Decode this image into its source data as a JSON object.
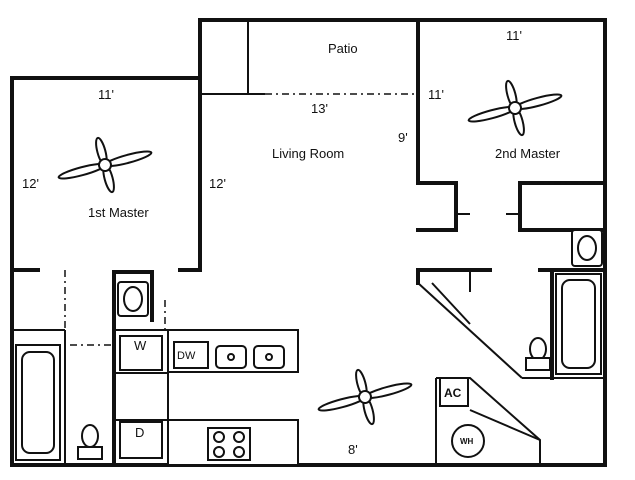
{
  "rooms": {
    "patio": "Patio",
    "living_room": "Living Room",
    "first_master": "1st Master",
    "second_master": "2nd Master"
  },
  "dimensions": {
    "first_master_width": "11'",
    "first_master_depth": "12'",
    "living_left": "12'",
    "living_width": "13'",
    "living_depth": "9'",
    "second_master_width": "11'",
    "second_master_side": "11'",
    "kitchen": "8'"
  },
  "fixtures": {
    "washer": "W",
    "dryer": "D",
    "dishwasher": "DW",
    "air_conditioner": "AC",
    "water_heater": "WH"
  },
  "colors": {
    "line": "#111111",
    "background": "#ffffff"
  },
  "icons": [
    "ceiling-fan-icon",
    "sink-icon",
    "toilet-icon",
    "bathtub-icon",
    "stove-icon"
  ]
}
